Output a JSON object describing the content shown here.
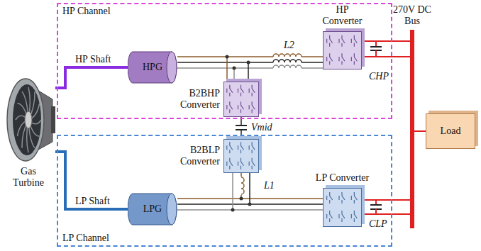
{
  "diagram": {
    "nodes": [
      {
        "text": [
          "HP Channel"
        ]
      },
      {
        "text": [
          "HPG"
        ],
        "in": 0
      },
      {
        "text": [
          "B2BHP Converter"
        ],
        "in": 0
      },
      {
        "text": [
          "HP Converter"
        ],
        "in": 0
      },
      {
        "text": [
          "270V DC Bus"
        ]
      },
      {
        "text": [
          "Load"
        ]
      },
      {
        "text": [
          "LP Channel"
        ]
      },
      {
        "text": [
          "B2BLP Converter"
        ],
        "in": 6
      },
      {
        "text": [
          "LPG"
        ],
        "in": 6
      },
      {
        "text": [
          "LP Converter"
        ],
        "in": 6
      },
      {
        "text": [
          "Gas Turbine"
        ]
      }
    ],
    "edges": [
      {
        "from": 10,
        "to": 1,
        "label": "HP Shaft",
        "arrow": "none"
      },
      {
        "from": 1,
        "to": 3,
        "arrow": "none"
      },
      {
        "from": 1,
        "to": 2,
        "arrow": "none"
      },
      {
        "from": 2,
        "to": 7,
        "arrow": "none"
      },
      {
        "from": 8,
        "to": 7,
        "arrow": "none"
      },
      {
        "from": 10,
        "to": 8,
        "label": "LP Shaft",
        "arrow": "none"
      },
      {
        "from": 8,
        "to": 9,
        "arrow": "none"
      },
      {
        "from": 3,
        "to": 4,
        "arrow": "none"
      },
      {
        "from": 9,
        "to": 4,
        "arrow": "none"
      },
      {
        "from": 4,
        "to": 5,
        "arrow": "none"
      }
    ],
    "labels": [
      "L2",
      "CHP",
      "Vmid",
      "L1",
      "CLP"
    ]
  }
}
